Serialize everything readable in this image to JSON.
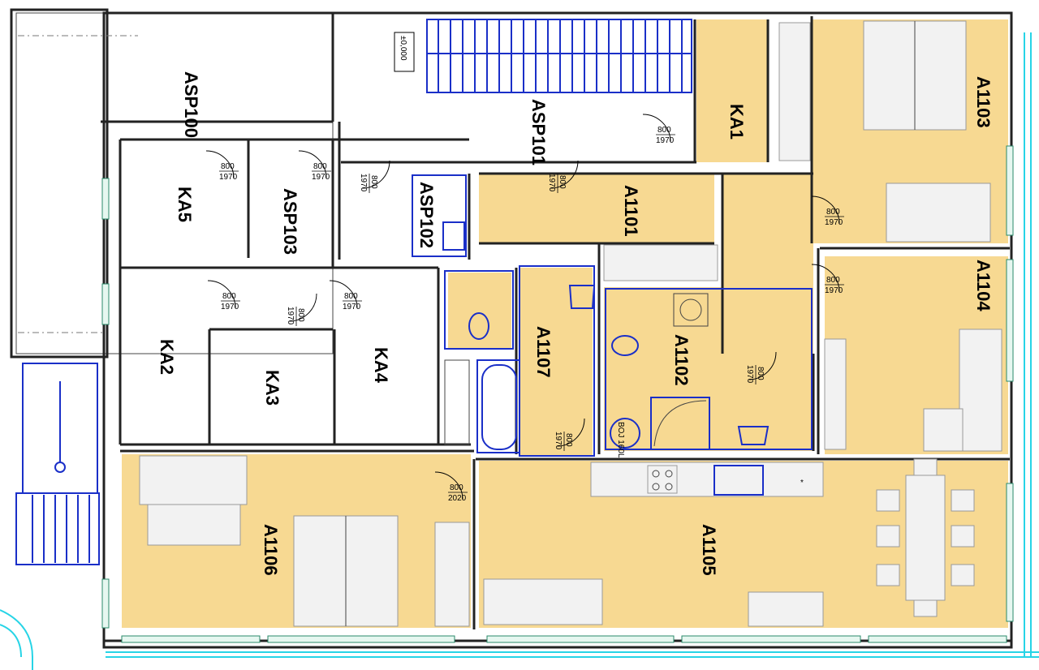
{
  "colors": {
    "apartment_fill": "#f7d992",
    "wall": "#222222",
    "sanitary": "#1a2fc8",
    "terrace": "#27d4e6",
    "stairs": "#1a2fc8"
  },
  "rooms": {
    "asp100": "ASP100",
    "asp101": "ASP101",
    "asp102": "ASP102",
    "asp103": "ASP103",
    "ka1": "KA1",
    "ka2": "KA2",
    "ka3": "KA3",
    "ka4": "KA4",
    "ka5": "KA5",
    "a1101": "A1101",
    "a1102": "A1102",
    "a1103": "A1103",
    "a1104": "A1104",
    "a1105": "A1105",
    "a1106": "A1106",
    "a1107": "A1107"
  },
  "level_mark": "±0,000",
  "doors": {
    "d_ka1": [
      "800",
      "1970"
    ],
    "d_ka5": [
      "800",
      "1970"
    ],
    "d_asp103": [
      "800",
      "1970"
    ],
    "d_asp102": [
      "800",
      "1970"
    ],
    "d_a1101": [
      "800",
      "1970"
    ],
    "d_a1103": [
      "800",
      "1970"
    ],
    "d_a1104": [
      "800",
      "1970"
    ],
    "d_ka2": [
      "800",
      "1970"
    ],
    "d_ka3": [
      "800",
      "1970"
    ],
    "d_ka4": [
      "800",
      "1970"
    ],
    "d_a1102": [
      "800",
      "1970"
    ],
    "d_a1107": [
      "800",
      "1970"
    ],
    "d_a1106": [
      "800",
      "2020"
    ]
  },
  "fixtures": {
    "boiler": "BOJ 160L"
  },
  "icons": {
    "stair": "stair-icon",
    "toilet": "toilet-icon",
    "sink": "sink-icon",
    "bathtub": "bathtub-icon",
    "shower": "shower-icon",
    "washer": "washing-machine-icon",
    "stove": "stove-icon",
    "bed": "bed-icon",
    "sofa": "sofa-icon",
    "dining": "dining-table-icon"
  }
}
